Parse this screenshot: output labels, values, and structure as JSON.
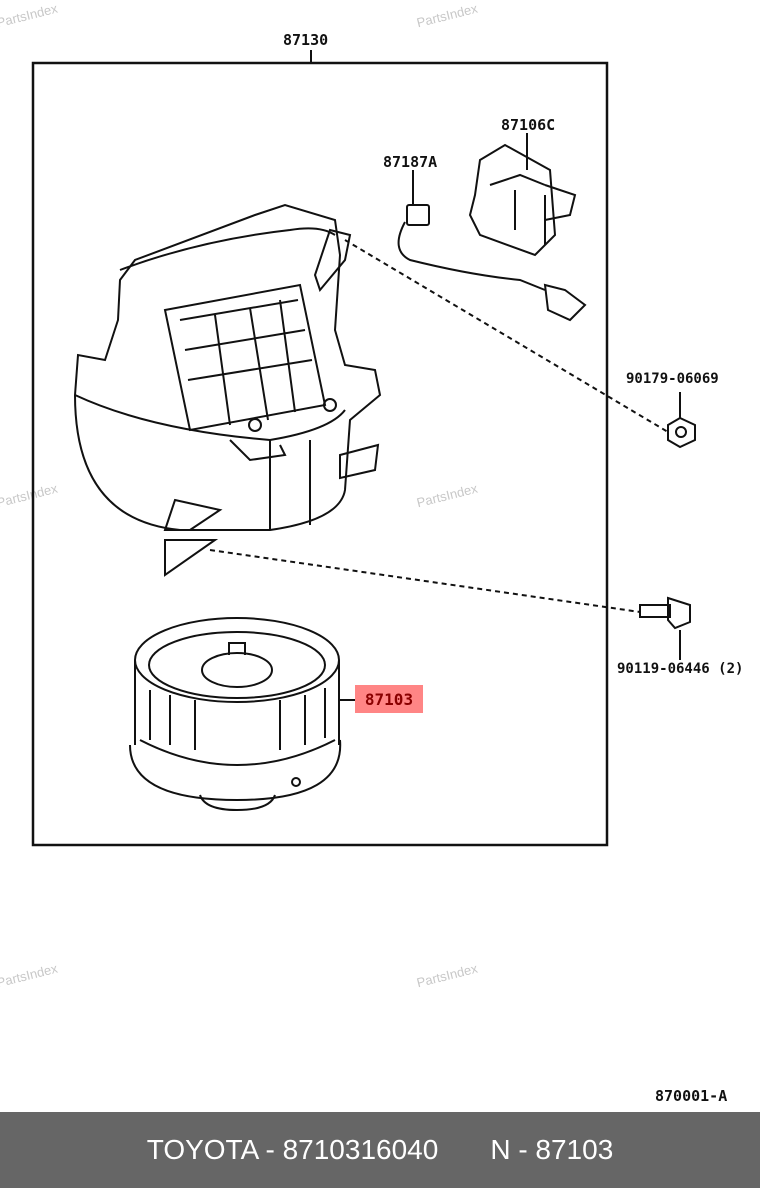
{
  "diagram": {
    "assembly_label": "87130",
    "parts": [
      {
        "label": "87106C"
      },
      {
        "label": "87187A"
      },
      {
        "label": "90179-06069"
      },
      {
        "label": "90119-06446 (2)"
      },
      {
        "label": "87103",
        "highlighted": true,
        "highlight_color": "#ff8585"
      }
    ],
    "figure_code": "870001-A",
    "watermark": "PartsIndex"
  },
  "footer": {
    "brand_part": "TOYOTA - 8710316040",
    "ref": "N - 87103",
    "background": "#666666"
  }
}
